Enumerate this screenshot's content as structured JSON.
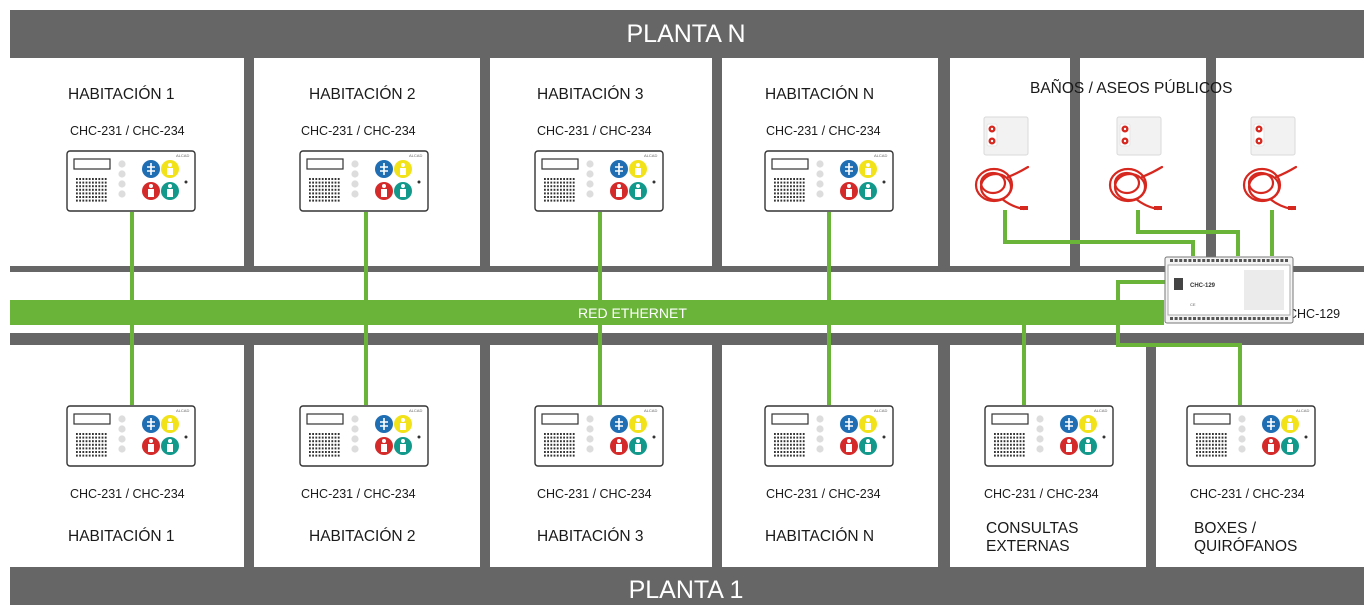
{
  "floors": {
    "top": "PLANTA N",
    "bottom": "PLANTA 1"
  },
  "network": {
    "label": "RED ETHERNET"
  },
  "upper_rooms": [
    {
      "name": "HABITACIÓN 1",
      "model": "CHC-231 / CHC-234"
    },
    {
      "name": "HABITACIÓN 2",
      "model": "CHC-231 / CHC-234"
    },
    {
      "name": "HABITACIÓN 3",
      "model": "CHC-231 / CHC-234"
    },
    {
      "name": "HABITACIÓN N",
      "model": "CHC-231 / CHC-234"
    }
  ],
  "bathrooms": {
    "title": "BAÑOS / ASEOS PÚBLICOS"
  },
  "controller": {
    "name": "CHC-129",
    "panel_text": "CHC-129",
    "panel_subtext": "CE"
  },
  "lower_rooms": [
    {
      "name": "HABITACIÓN 1",
      "model": "CHC-231 / CHC-234"
    },
    {
      "name": "HABITACIÓN 2",
      "model": "CHC-231 / CHC-234"
    },
    {
      "name": "HABITACIÓN 3",
      "model": "CHC-231 / CHC-234"
    },
    {
      "name": "HABITACIÓN N",
      "model": "CHC-231 / CHC-234"
    },
    {
      "name": "CONSULTAS EXTERNAS",
      "model": "CHC-231 / CHC-234"
    },
    {
      "name": "BOXES / QUIRÓFANOS",
      "model": "CHC-231 / CHC-234"
    }
  ],
  "colors": {
    "band": "#666666",
    "network": "#6ab43a",
    "button_blue": "#1f6db3",
    "button_yellow": "#f2e21a",
    "button_red": "#d42a2a",
    "button_teal": "#12998c",
    "cable_red": "#d6281f"
  },
  "device_brand": "ALCAD"
}
